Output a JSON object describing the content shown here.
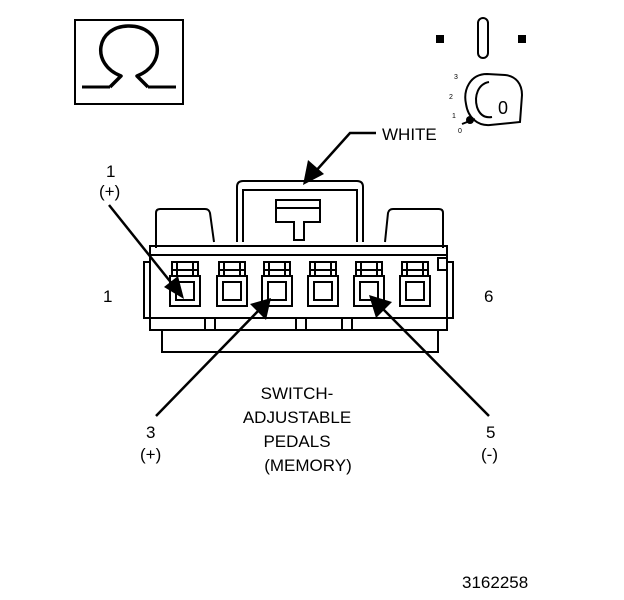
{
  "symbol": {
    "icon": "ohm-symbol-icon"
  },
  "ignition": {
    "positions": [
      "3",
      "2",
      "1",
      "0"
    ],
    "key_label": "0",
    "icon": "ignition-key-icon"
  },
  "connector": {
    "color_label": "WHITE",
    "name_lines": [
      "SWITCH-",
      "ADJUSTABLE",
      "PEDALS",
      "(MEMORY)"
    ],
    "end_left": "1",
    "end_right": "6",
    "pins": [
      {
        "number": "1",
        "polarity": "(+)"
      },
      {
        "number": "3",
        "polarity": "(+)"
      },
      {
        "number": "5",
        "polarity": "(-)"
      }
    ]
  },
  "figure_id": "3162258"
}
